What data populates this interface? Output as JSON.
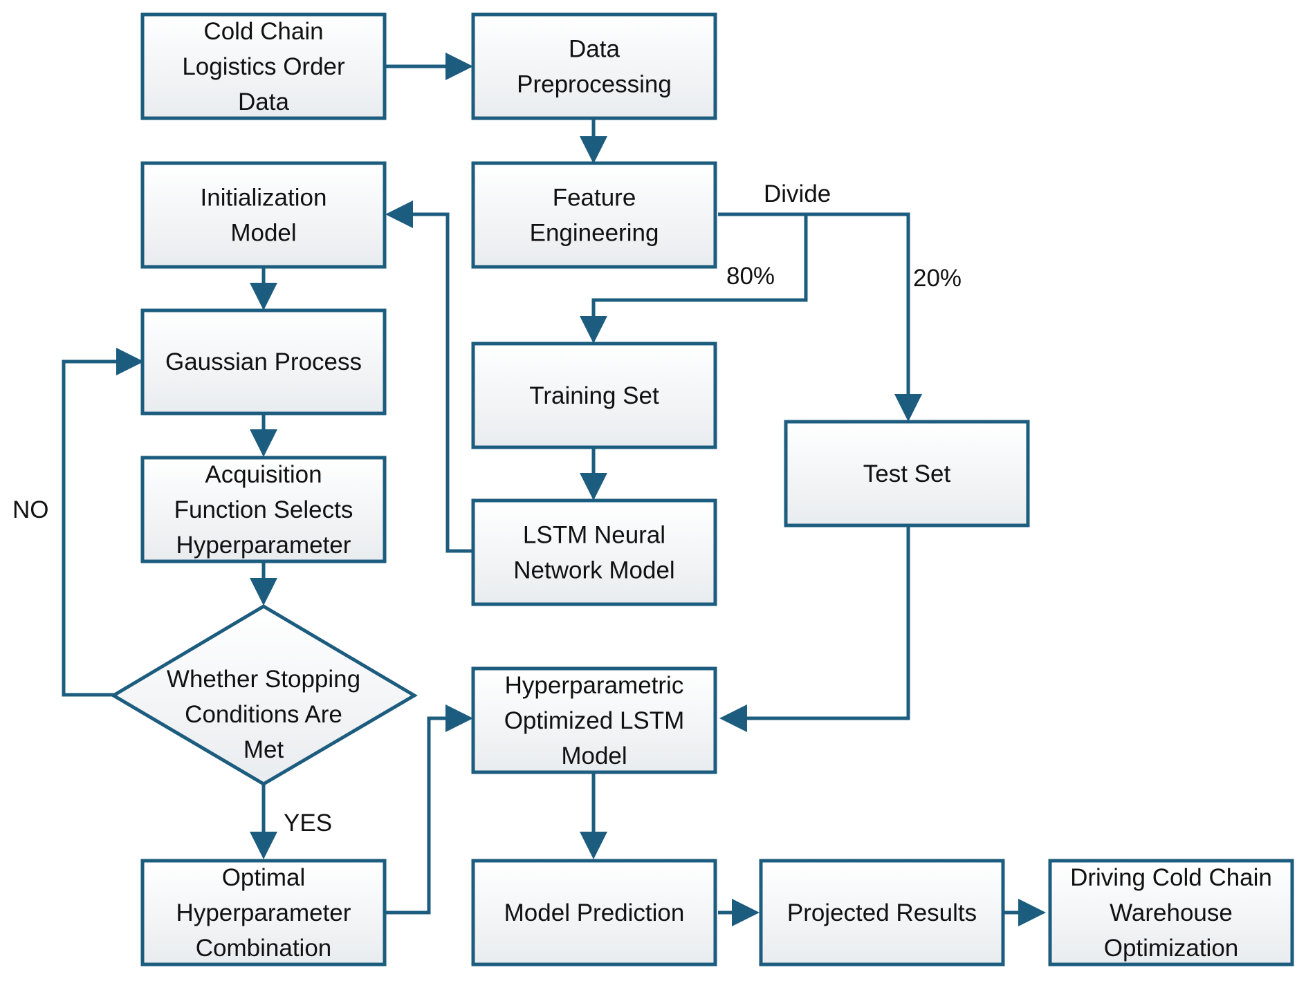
{
  "colors": {
    "stroke": "#1c5c7e",
    "box_fill_top": "#ffffff",
    "box_fill_bottom": "#e9ecef",
    "text": "#111111"
  },
  "nodes": {
    "order_data": [
      "Cold Chain",
      "Logistics Order",
      "Data"
    ],
    "preprocessing": [
      "Data",
      "Preprocessing"
    ],
    "feature_engineering": [
      "Feature",
      "Engineering"
    ],
    "init_model": [
      "Initialization",
      "Model"
    ],
    "gaussian": [
      "Gaussian Process"
    ],
    "acquisition": [
      "Acquisition",
      "Function Selects",
      "Hyperparameter"
    ],
    "stopping": [
      "Whether Stopping",
      "Conditions Are",
      "Met"
    ],
    "optimal": [
      "Optimal",
      "Hyperparameter",
      "Combination"
    ],
    "training": [
      "Training Set"
    ],
    "lstm": [
      "LSTM Neural",
      "Network Model"
    ],
    "test": [
      "Test Set"
    ],
    "optimized": [
      "Hyperparametric",
      "Optimized LSTM",
      "Model"
    ],
    "prediction": [
      "Model Prediction"
    ],
    "projected": [
      "Projected Results"
    ],
    "driving": [
      "Driving Cold Chain",
      "Warehouse",
      "Optimization"
    ]
  },
  "labels": {
    "divide": "Divide",
    "train_pct": "80%",
    "test_pct": "20%",
    "no": "NO",
    "yes": "YES"
  }
}
